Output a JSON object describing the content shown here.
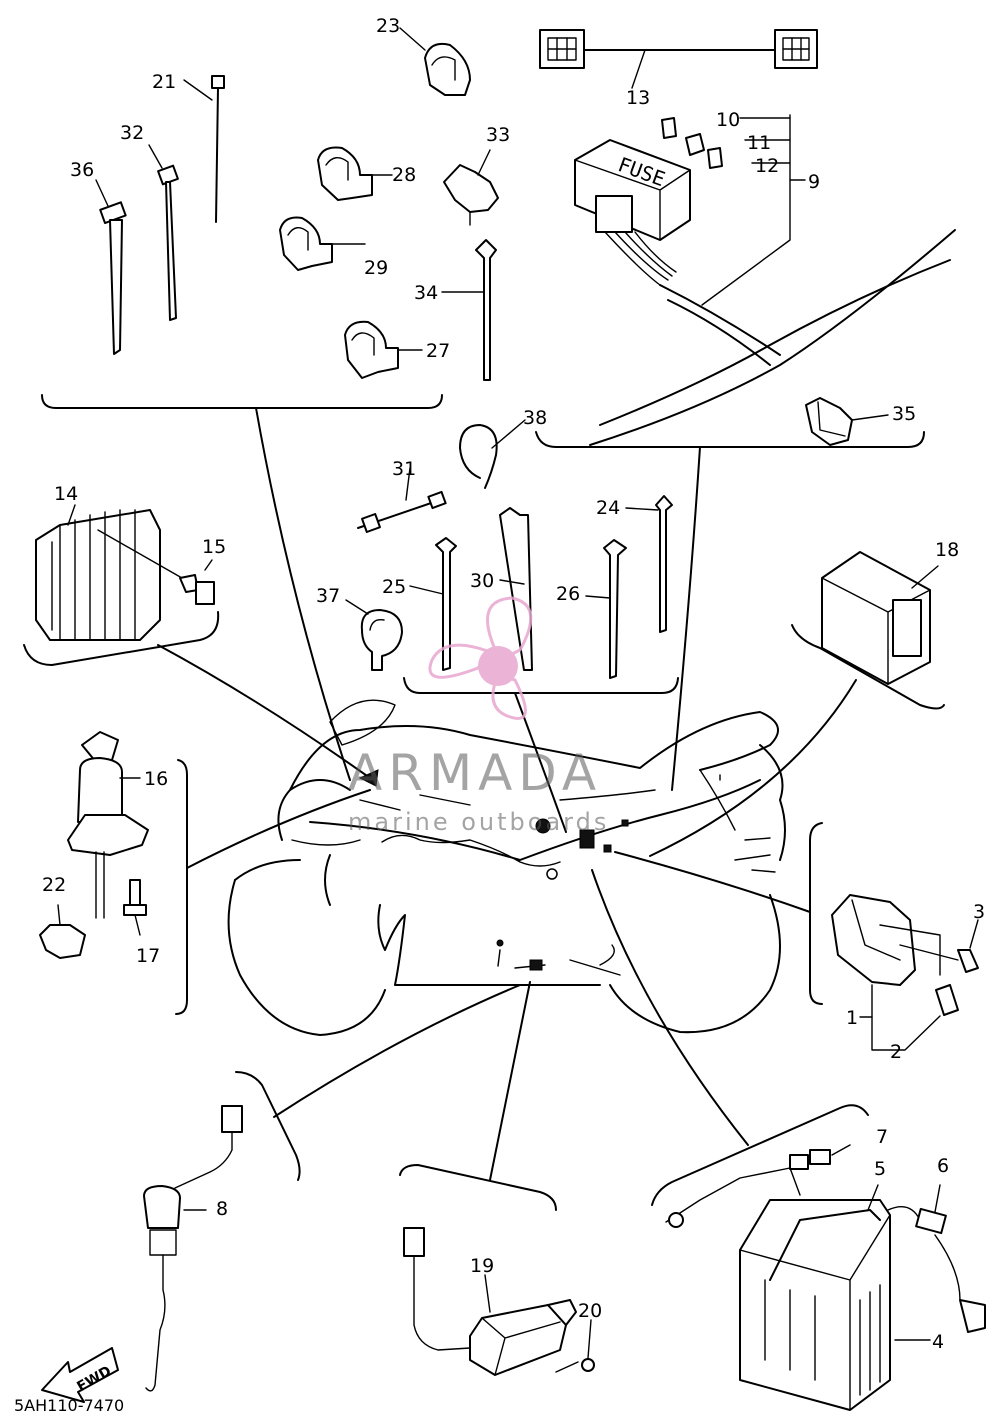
{
  "callouts": [
    "1",
    "2",
    "3",
    "4",
    "5",
    "6",
    "7",
    "8",
    "9",
    "10",
    "11",
    "12",
    "13",
    "14",
    "15",
    "16",
    "17",
    "18",
    "19",
    "20",
    "21",
    "22",
    "23",
    "24",
    "25",
    "26",
    "27",
    "28",
    "29",
    "30",
    "31",
    "32",
    "33",
    "34",
    "35",
    "36",
    "37",
    "38"
  ],
  "fuse_box_label": "FUSE",
  "direction_label": "FWD",
  "diagram_code": "5AH110-7470",
  "watermark": {
    "brand": "ARMADA",
    "tagline": "marine outboards",
    "colors": {
      "logo_pink": "#e8a6cf",
      "text_grey": "#5a5a5a"
    }
  }
}
